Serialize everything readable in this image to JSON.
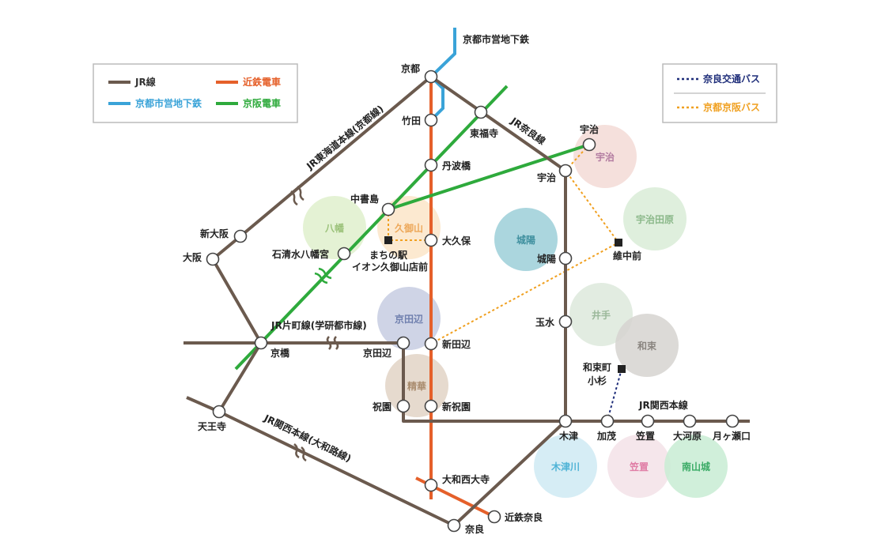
{
  "colors": {
    "jr": "#6b5a4e",
    "kintetsu": "#e5602a",
    "subway": "#3aa3d8",
    "keihan": "#2eaa3c",
    "nara_bus": "#1f2e7a",
    "kyoto_keihan_bus": "#f0a020"
  },
  "legend_left": {
    "jr": "JR線",
    "kintetsu": "近鉄電車",
    "subway": "京都市営地下鉄",
    "keihan": "京阪電車"
  },
  "legend_right": {
    "nara_bus": "奈良交通バス",
    "kyoto_keihan_bus": "京都京阪バス"
  },
  "line_labels": {
    "subway": "京都市営地下鉄",
    "tokaido": "JR東海道本線(京都線)",
    "nara_line": "JR奈良線",
    "katamachi": "JR片町線(学研都市線)",
    "kansai_yamato": "JR関西本線(大和路線)",
    "kansai": "JR関西本線"
  },
  "stations": {
    "kyoto": "京都",
    "takeda": "竹田",
    "tofukuji": "東福寺",
    "tanbabashi": "丹波橋",
    "uji_keihan": "宇治",
    "uji_jr": "宇治",
    "chushojima": "中書島",
    "okubo": "大久保",
    "machinoeki_1": "まちの駅",
    "machinoeki_2": "イオン久御山店前",
    "shin_osaka": "新大阪",
    "osaka": "大阪",
    "iwashimizu": "石清水八幡宮",
    "joyo": "城陽",
    "ichunomae": "維中前",
    "tamamizu": "玉水",
    "kyobashi": "京橋",
    "kyotanabe": "京田辺",
    "shintanabe": "新田辺",
    "wazukacho_1": "和束町",
    "wazukacho_2": "小杉",
    "hosono": "祝園",
    "shinhosono": "新祝園",
    "tennoji": "天王寺",
    "kizu": "木津",
    "kamo": "加茂",
    "kasagi": "笠置",
    "okawara": "大河原",
    "tsukigase": "月ヶ瀬口",
    "yamato_saidaiji": "大和西大寺",
    "kintetsu_nara": "近鉄奈良",
    "nara": "奈良"
  },
  "areas": {
    "uji": "宇治",
    "ujitawara": "宇治田原",
    "yawata": "八幡",
    "kumiyama": "久御山",
    "joyo": "城陽",
    "ide": "井手",
    "wazuka": "和束",
    "kyotanabe": "京田辺",
    "seika": "精華",
    "kizugawa": "木津川",
    "kasagi": "笠置",
    "minamiyamashiro": "南山城"
  }
}
